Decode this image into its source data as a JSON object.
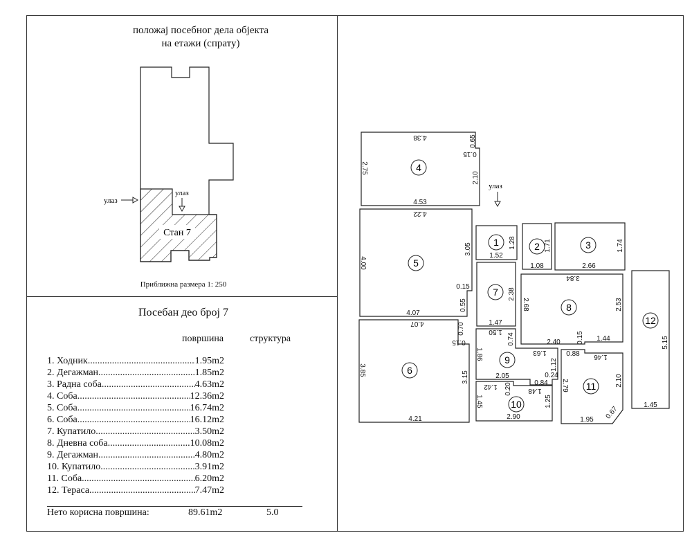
{
  "location_panel": {
    "title_line1": "положај посебног дела објекта",
    "title_line2": "на етажи (спрату)",
    "entrance_left": "улаз",
    "entrance_top": "улаз",
    "unit_label": "Стан  7",
    "scale": "Приближна размера 1: 250"
  },
  "summary": {
    "title": "Посебан део број 7",
    "col_area": "површина",
    "col_structure": "структура",
    "rooms": [
      {
        "label": "1. Ходник ",
        "area": "1.95m2"
      },
      {
        "label": "2. Дегажман ",
        "area": "1.85m2"
      },
      {
        "label": "3. Радна соба ",
        "area": "4.63m2"
      },
      {
        "label": "4. Соба  ",
        "area": "12.36m2"
      },
      {
        "label": "5. Соба ",
        "area": "16.74m2"
      },
      {
        "label": "6. Соба ",
        "area": "16.12m2"
      },
      {
        "label": "7. Купатило ",
        "area": "3.50m2"
      },
      {
        "label": "8. Дневна соба ",
        "area": "10.08m2"
      },
      {
        "label": "9. Дегажман ",
        "area": "4.80m2"
      },
      {
        "label": "10. Купатило ",
        "area": "3.91m2"
      },
      {
        "label": "11. Соба ",
        "area": "6.20m2"
      },
      {
        "label": "12. Тераса ",
        "area": "7.47m2"
      }
    ],
    "total_label": "Нето корисна површина:",
    "total_area": "89.61m2",
    "total_structure": "5.0"
  },
  "floor_plan": {
    "entrance": "улаз",
    "room_numbers": [
      "1",
      "2",
      "3",
      "4",
      "5",
      "6",
      "7",
      "8",
      "9",
      "10",
      "11",
      "12"
    ],
    "dimensions": {
      "r4": [
        "4.38",
        "0.65",
        "0.15",
        "2.75",
        "2.10",
        "4.53"
      ],
      "r5": [
        "4.22",
        "4.00",
        "3.05",
        "0.15",
        "0.55",
        "4.07"
      ],
      "r6": [
        "4.07",
        "0.70",
        "0.15",
        "3.85",
        "3.15",
        "4.21"
      ],
      "r1": [
        "1.28",
        "1.52"
      ],
      "r2": [
        "1.71",
        "1.08"
      ],
      "r3": [
        "1.74",
        "2.66"
      ],
      "r7": [
        "2.38",
        "1.47"
      ],
      "r8": [
        "3.84",
        "2.68",
        "2.53",
        "2.40",
        "0.15",
        "1.44"
      ],
      "r9": [
        "1.50",
        "0.74",
        "1.63",
        "1.86",
        "1.12",
        "2.05",
        "0.24",
        "0.84"
      ],
      "r10": [
        "1.42",
        "0.20",
        "1.48",
        "1.45",
        "1.25",
        "2.90"
      ],
      "r11": [
        "0.88",
        "1.46",
        "2.79",
        "2.10",
        "1.95",
        "0.67"
      ],
      "r12": [
        "5.15",
        "1.45"
      ]
    }
  }
}
